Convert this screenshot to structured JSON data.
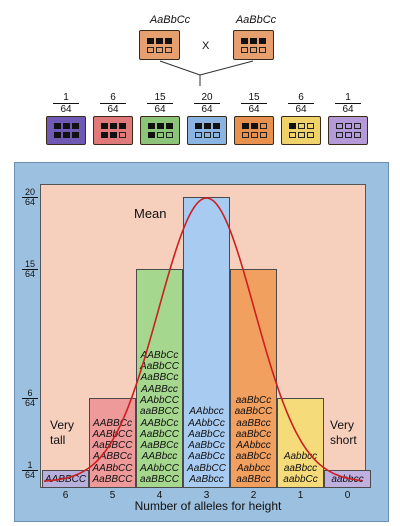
{
  "parents": {
    "left_genotype": "AaBbCc",
    "right_genotype": "AaBbCc",
    "cross_symbol": "X"
  },
  "colors": {
    "parent": "#e6a070",
    "offspring": [
      "#6e5ab4",
      "#e07a7a",
      "#8cc47a",
      "#8ab4e2",
      "#e8904e",
      "#f0d26a",
      "#b49ad8"
    ],
    "bars": [
      "#b8b0dc",
      "#ee9a9a",
      "#a5d88e",
      "#a8cbf2",
      "#f2a060",
      "#f6db7a",
      "#c0b0e0"
    ],
    "chart_background": "#f6d0bc",
    "panel_background": "#9bc0e0",
    "curve": "#cc2020"
  },
  "offspring_fractions": [
    {
      "numerator": "1",
      "denominator": "64",
      "dark_squares": 6
    },
    {
      "numerator": "6",
      "denominator": "64",
      "dark_squares": 5
    },
    {
      "numerator": "15",
      "denominator": "64",
      "dark_squares": 4
    },
    {
      "numerator": "20",
      "denominator": "64",
      "dark_squares": 3
    },
    {
      "numerator": "15",
      "denominator": "64",
      "dark_squares": 2
    },
    {
      "numerator": "6",
      "denominator": "64",
      "dark_squares": 1
    },
    {
      "numerator": "1",
      "denominator": "64",
      "dark_squares": 0
    }
  ],
  "chart_data": {
    "type": "bar",
    "xlabel": "Number of alleles for height",
    "categories": [
      "6",
      "5",
      "4",
      "3",
      "2",
      "1",
      "0"
    ],
    "values": [
      1,
      6,
      15,
      20,
      15,
      6,
      1
    ],
    "y_ticks": [
      {
        "value": 1,
        "numerator": "1",
        "denominator": "64"
      },
      {
        "value": 6,
        "numerator": "6",
        "denominator": "64"
      },
      {
        "value": 15,
        "numerator": "15",
        "denominator": "64"
      },
      {
        "value": 20,
        "numerator": "20",
        "denominator": "64"
      }
    ],
    "ylim": [
      0,
      20
    ],
    "annotations": {
      "mean": "Mean",
      "left": "Very\ntall",
      "right": "Very\nshort"
    },
    "genotypes": [
      [
        "AABBCC"
      ],
      [
        "AABBCc",
        "AABbCC",
        "AaBBCC",
        "AABBCc",
        "AABbCC",
        "AaBBCC"
      ],
      [
        "AABbCc",
        "AaBbCC",
        "AaBBCc",
        "AABBcc",
        "AAbbCC",
        "aaBBCC",
        "AABbCc",
        "AaBbCC",
        "AaBBCc",
        "AABbcc",
        "AAbbCC",
        "aaBBCC"
      ],
      [
        "AAbbcc",
        "AAbbCc",
        "AaBbCc",
        "AaBbCc",
        "AaBbCc",
        "AaBbCC",
        "AaBbcc"
      ],
      [
        "aaBbCc",
        "aaBbCC",
        "aaBBcc",
        "aaBbCc",
        "AAbbcc",
        "aaBbCc",
        "Aabbcc",
        "aaBBcc"
      ],
      [
        "Aabbcc",
        "aaBbcc",
        "aabbCc"
      ],
      [
        "aabbcc"
      ]
    ]
  }
}
